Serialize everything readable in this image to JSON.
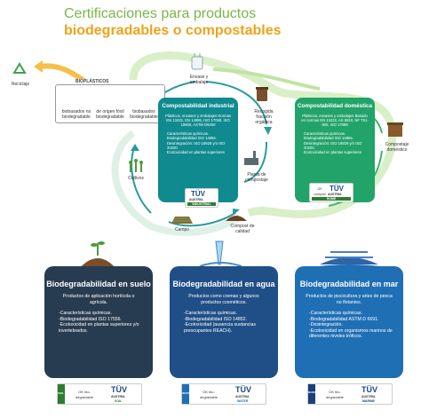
{
  "title": {
    "line1": "Certificaciones para productos",
    "line2": "biodegradables o compostables"
  },
  "cycle": {
    "reciclaje": "Reciclaje",
    "bioplasticos": "BIOPLÁSTICOS",
    "bio_items": [
      "biobasados no biodegradable",
      "de origen fósil biodegradable",
      "biobasados biodegradable"
    ],
    "envase": "Envase y embalaje",
    "recogida": "Recogida fracción orgánica",
    "planta": "Planta de compostaje",
    "compost": "Compost de calidad",
    "campo": "Campo",
    "cultivos": "Cultivos",
    "compostaje_domestico": "Compostaje doméstico"
  },
  "industrial": {
    "title": "Compostabilidad industrial",
    "text": "Plásticos, envases y embalajes Normas EN 13432, EN 14995, ISO 17088, ISO 18606, ASTM D6400",
    "items": [
      "Características químicas.",
      "Biodegradabilidad ISO 14855.",
      "Desintegración: ISO 16929 y/o ISO 20200.",
      "Ecotoxicidad en plantas superiores"
    ]
  },
  "domestic": {
    "title": "Compostabilidad doméstica",
    "text": "Plásticos, envases y embalajes Basado en normas EN 13432, AS 5810, NF T51-800, ISO 17088",
    "items": [
      "Características químicas.",
      "Biodegradabilidad ISO 14855.",
      "Desintegración: ISO 16929 y/o ISO 20200.",
      "Ecotoxicidad en plantas superiores"
    ]
  },
  "cards": [
    {
      "title": "Biodegradabilidad en suelo",
      "desc": "Productos de aplicación hortícola o agrícola.",
      "items": [
        "-Características químicas.",
        "-Biodegradabilidad ISO 17556.",
        "-Ecotoxicidad en plantas superiores y/o invertebrados."
      ],
      "stripe": "SOIL",
      "badge": "SOIL"
    },
    {
      "title": "Biodegradabilidad en agua",
      "desc": "Productos como cremas y algunos productos cosméticos.",
      "items": [
        "-Características químicas.",
        "-Biodegradabilidad ISO 14852.",
        "-Ecotoxicidad (ausencia sustancias preocupantes REACH)."
      ],
      "stripe": "WATER",
      "badge": "WATER"
    },
    {
      "title": "Biodegradabilidad en mar",
      "desc": "Productos de piscicultura y artes de pesca no flotantes.",
      "items": [
        "-Características químicas.",
        "-Biodegradabilidad ASTM D 6691.",
        "-Desintegración.",
        "-Ecotoxicidad en organismos marinos de diferentes niveles tróficos."
      ],
      "stripe": "MARINE",
      "badge": "MARINE"
    }
  ],
  "badges": {
    "ok_text": "OK bio-degradable",
    "tuv": "TÜV",
    "austria": "AUSTRIA",
    "ok_compost": "OK compost",
    "industrial": "INDUSTRIAL",
    "home": "HOME"
  },
  "colors": {
    "title_green": "#7ab648",
    "title_orange": "#f0a21a",
    "industrial": "#0f8a8f",
    "domestic": "#22a36a",
    "soil": "#283c51",
    "water": "#1f4f86",
    "sea": "#1f6fb4"
  }
}
